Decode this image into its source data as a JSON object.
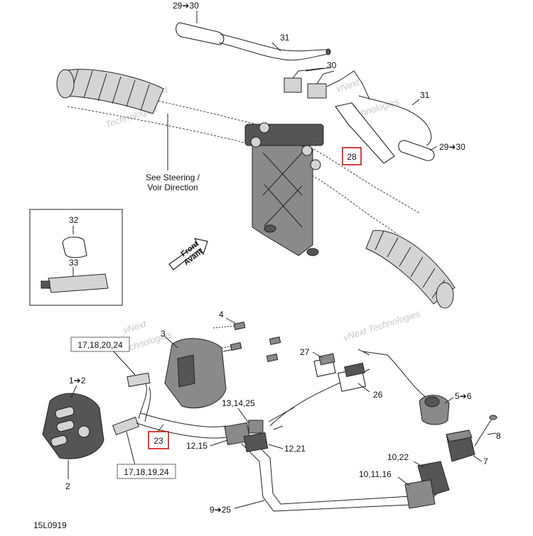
{
  "labels": {
    "l_29_30_top": "29➔30",
    "l_31_top": "31",
    "l_30": "30",
    "l_31_right": "31",
    "l_28": "28",
    "l_29_30_right": "29➔30",
    "see_steering_1": "See Steering /",
    "see_steering_2": "Voir Direction",
    "l_32": "32",
    "l_33": "33",
    "front_1": "Front",
    "front_2": "Avant",
    "l_4": "4",
    "l_3": "3",
    "l_17_18_20_24": "17,18,20,24",
    "l_27": "27",
    "l_26": "26",
    "l_1_2": "1➔2",
    "l_13_14_25": "13,14,25",
    "l_5_6": "5➔6",
    "l_8": "8",
    "l_23": "23",
    "l_12_15": "12,15",
    "l_12_21": "12,21",
    "l_7": "7",
    "l_2": "2",
    "l_17_18_19_24": "17,18,19,24",
    "l_10_22": "10,22",
    "l_10_11_16": "10,11,16",
    "l_9_25": "9➔25",
    "diagram_code": "15L0919"
  },
  "watermark": {
    "line1": "vNext",
    "line2": "Technologies",
    "line3": "vNext Technologies"
  },
  "colors": {
    "highlight": "#d01010"
  }
}
